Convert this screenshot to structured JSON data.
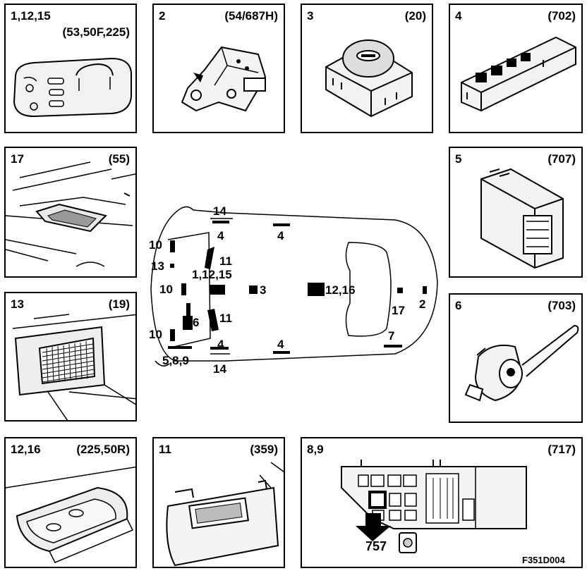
{
  "figure_code": "F351D004",
  "panels": [
    {
      "id": "p1",
      "number": "1,12,15",
      "code": "(53,50F,225)",
      "icon": "interior-lamp-icon"
    },
    {
      "id": "p2",
      "number": "2",
      "code": "(54/687H)",
      "icon": "tailgate-lock-icon"
    },
    {
      "id": "p3",
      "number": "3",
      "code": "(20)",
      "icon": "ignition-switch-icon"
    },
    {
      "id": "p4",
      "number": "4",
      "code": "(702)",
      "icon": "window-switch-icon"
    },
    {
      "id": "p17",
      "number": "17",
      "code": "(55)",
      "icon": "rear-lamp-icon"
    },
    {
      "id": "p5",
      "number": "5",
      "code": "(707)",
      "icon": "control-module-icon"
    },
    {
      "id": "p13",
      "number": "13",
      "code": "(19)",
      "icon": "speaker-grille-icon"
    },
    {
      "id": "p6",
      "number": "6",
      "code": "(703)",
      "icon": "stalk-switch-icon"
    },
    {
      "id": "p1216",
      "number": "12,16",
      "code": "(225,50R)",
      "icon": "reading-lamp-icon"
    },
    {
      "id": "p11",
      "number": "11",
      "code": "(359)",
      "icon": "vanity-mirror-icon"
    },
    {
      "id": "p89",
      "number": "8,9",
      "code": "(717)",
      "icon": "fuse-box-icon",
      "callout": "757"
    }
  ],
  "car_labels": {
    "l14_top": "14",
    "l4_tl": "4",
    "l4_tr": "4",
    "l10_a": "10",
    "l13": "13",
    "l10_b": "10",
    "l10_c": "10",
    "l11_a": "11",
    "l11_b": "11",
    "l1_12_15": "1,12,15",
    "l3": "3",
    "l12_16": "12,16",
    "l17": "17",
    "l2": "2",
    "l6": "6",
    "l4_bl": "4",
    "l4_br": "4",
    "l7": "7",
    "l5_8_9": "5,8,9",
    "l14_bot": "14"
  }
}
